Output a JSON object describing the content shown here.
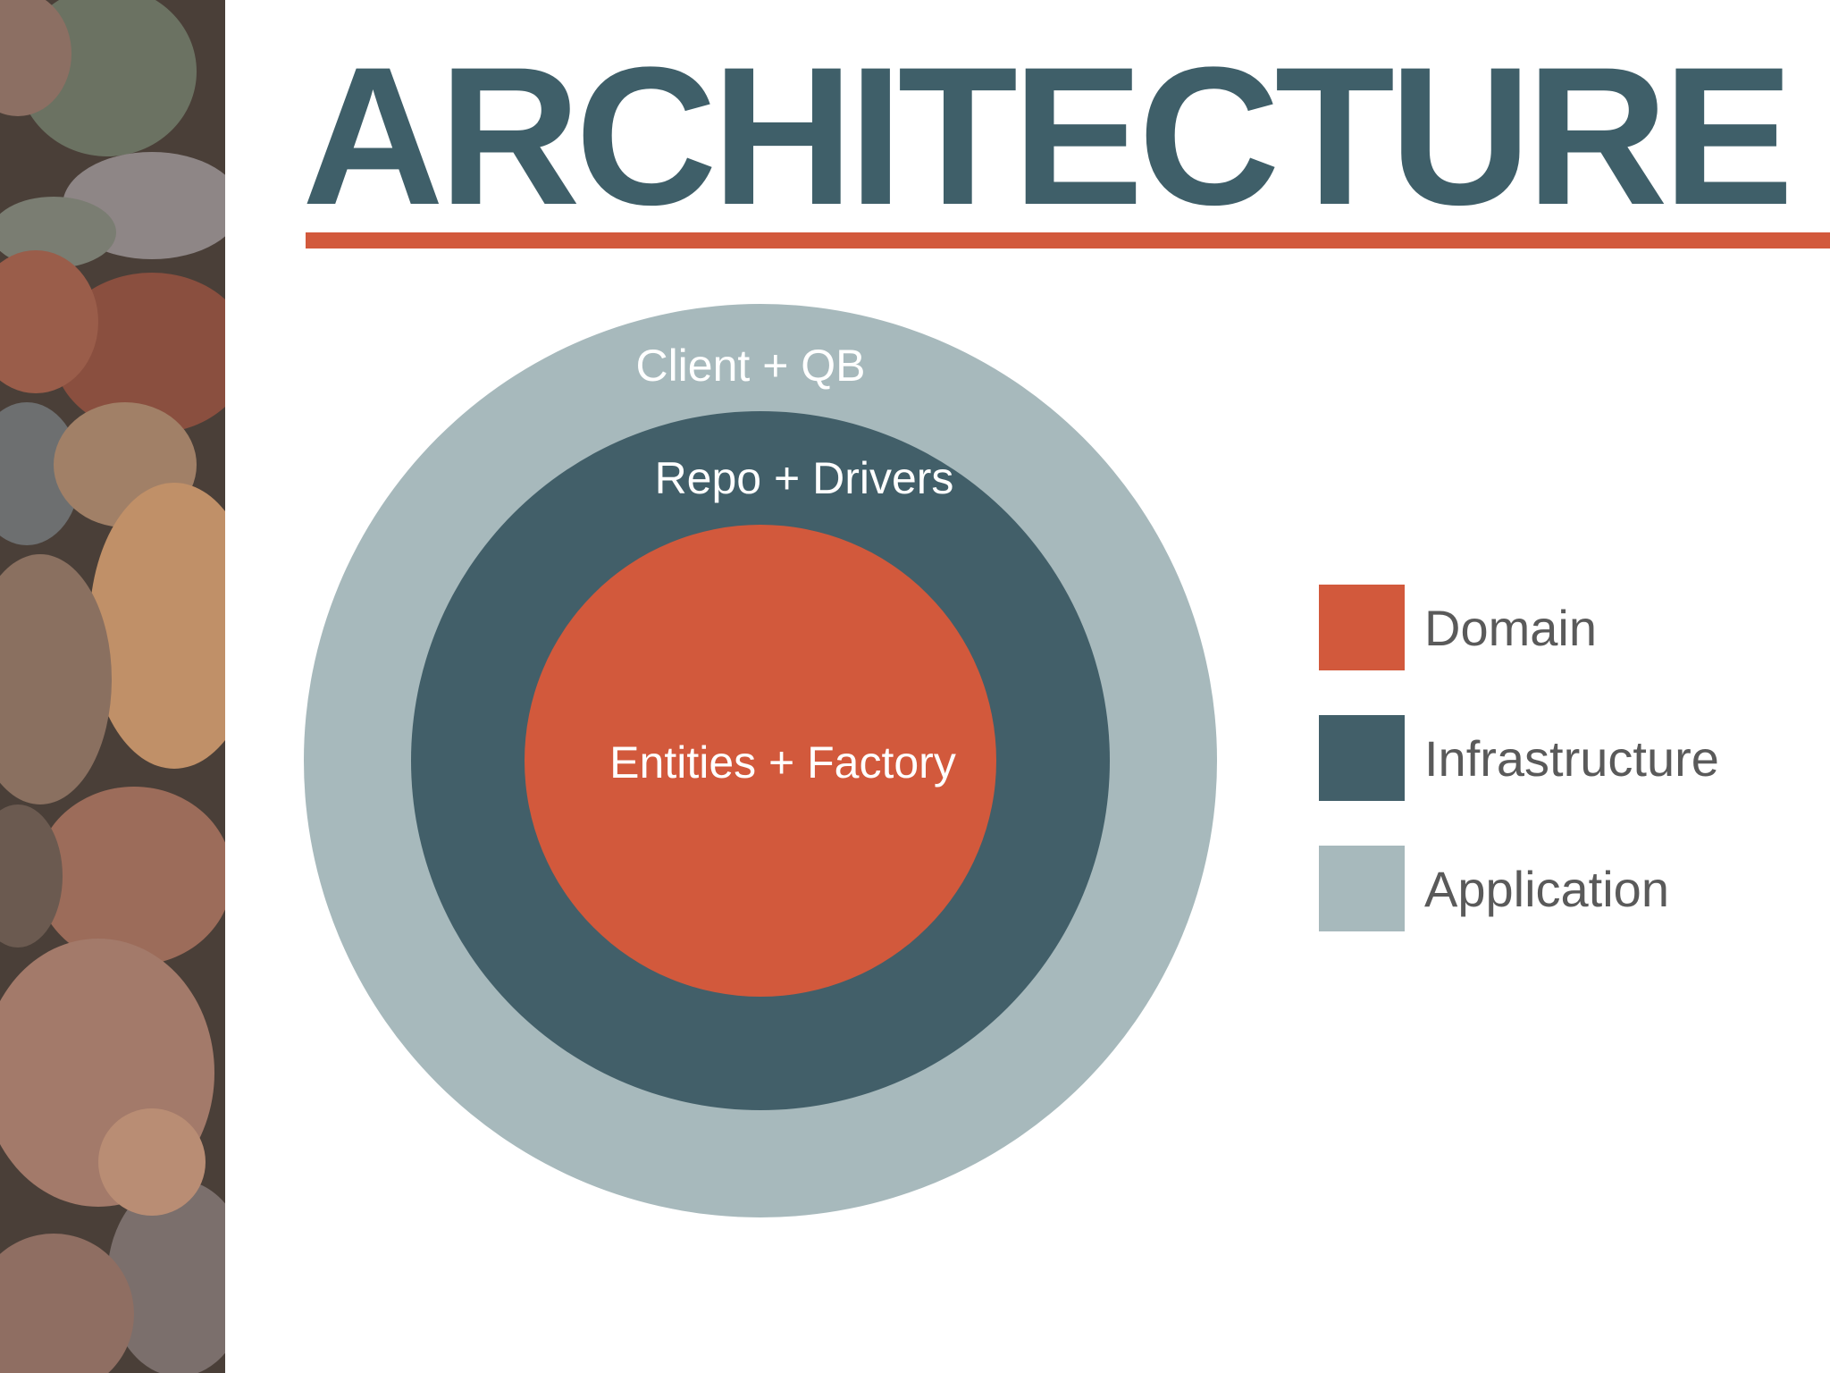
{
  "slide": {
    "title": "ARCHITECTURE"
  },
  "colors": {
    "accent": "#d2593c",
    "dark_teal": "#3f5f69",
    "light_grey_blue": "#a7b9bc",
    "legend_text": "#5a5a5a"
  },
  "diagram": {
    "layers": [
      {
        "key": "application",
        "label": "Client + QB",
        "color": "#a7b9bc"
      },
      {
        "key": "infrastructure",
        "label": "Repo + Drivers",
        "color": "#425f69"
      },
      {
        "key": "domain",
        "label": "Entities + Factory",
        "color": "#d2593c"
      }
    ]
  },
  "legend": {
    "items": [
      {
        "label": "Domain",
        "color": "#d2593c"
      },
      {
        "label": "Infrastructure",
        "color": "#425f69"
      },
      {
        "label": "Application",
        "color": "#a7b9bc"
      }
    ]
  },
  "decor": {
    "left_strip": "pebbles-photo"
  }
}
